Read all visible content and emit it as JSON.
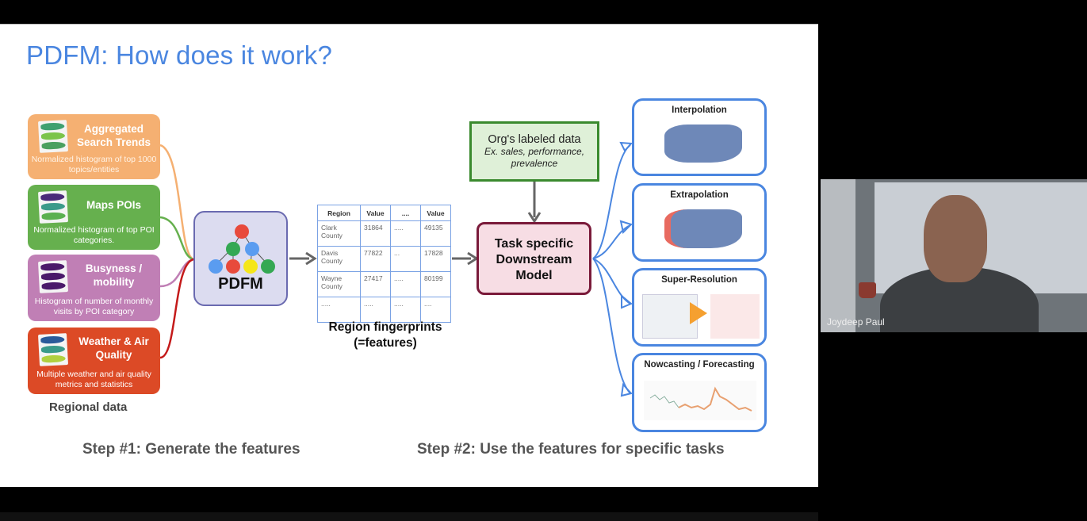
{
  "slide": {
    "title": "PDFM: How does it work?",
    "sources": [
      {
        "name": "Aggregated Search Trends",
        "desc": "Normalized histogram of top 1000 topics/entities",
        "color": "#f5b072"
      },
      {
        "name": "Maps POIs",
        "desc": "Normalized histogram of top POI categories.",
        "color": "#66b04e"
      },
      {
        "name": "Busyness / mobility",
        "desc": "Histogram of number of monthly visits by POI category",
        "color": "#c07fb5"
      },
      {
        "name": "Weather & Air Quality",
        "desc": "Multiple weather and air quality metrics and statistics",
        "color": "#dc4a26"
      }
    ],
    "sources_caption": "Regional data",
    "model_label": "PDFM",
    "fingerprints": {
      "headers": [
        "Region",
        "Value",
        "....",
        "Value"
      ],
      "rows": [
        [
          "Clark County",
          "31864",
          ".....",
          "49135"
        ],
        [
          "Davis County",
          "77822",
          "...",
          "17828"
        ],
        [
          "Wayne County",
          "27417",
          ".....",
          "80199"
        ],
        [
          ".....",
          ".....",
          ".....",
          "...."
        ]
      ],
      "caption_line1": "Region fingerprints",
      "caption_line2": "(=features)"
    },
    "labeled_data": {
      "title": "Org's labeled data",
      "subtitle": "Ex. sales, performance, prevalence"
    },
    "downstream_model": "Task specific Downstream Model",
    "tasks": [
      {
        "title": "Interpolation"
      },
      {
        "title": "Extrapolation"
      },
      {
        "title": "Super-Resolution"
      },
      {
        "title": "Nowcasting / Forecasting"
      }
    ],
    "step1": "Step #1: Generate the features",
    "step2": "Step #2: Use the features for specific tasks"
  },
  "video": {
    "participant_name": "Joydeep Paul"
  }
}
